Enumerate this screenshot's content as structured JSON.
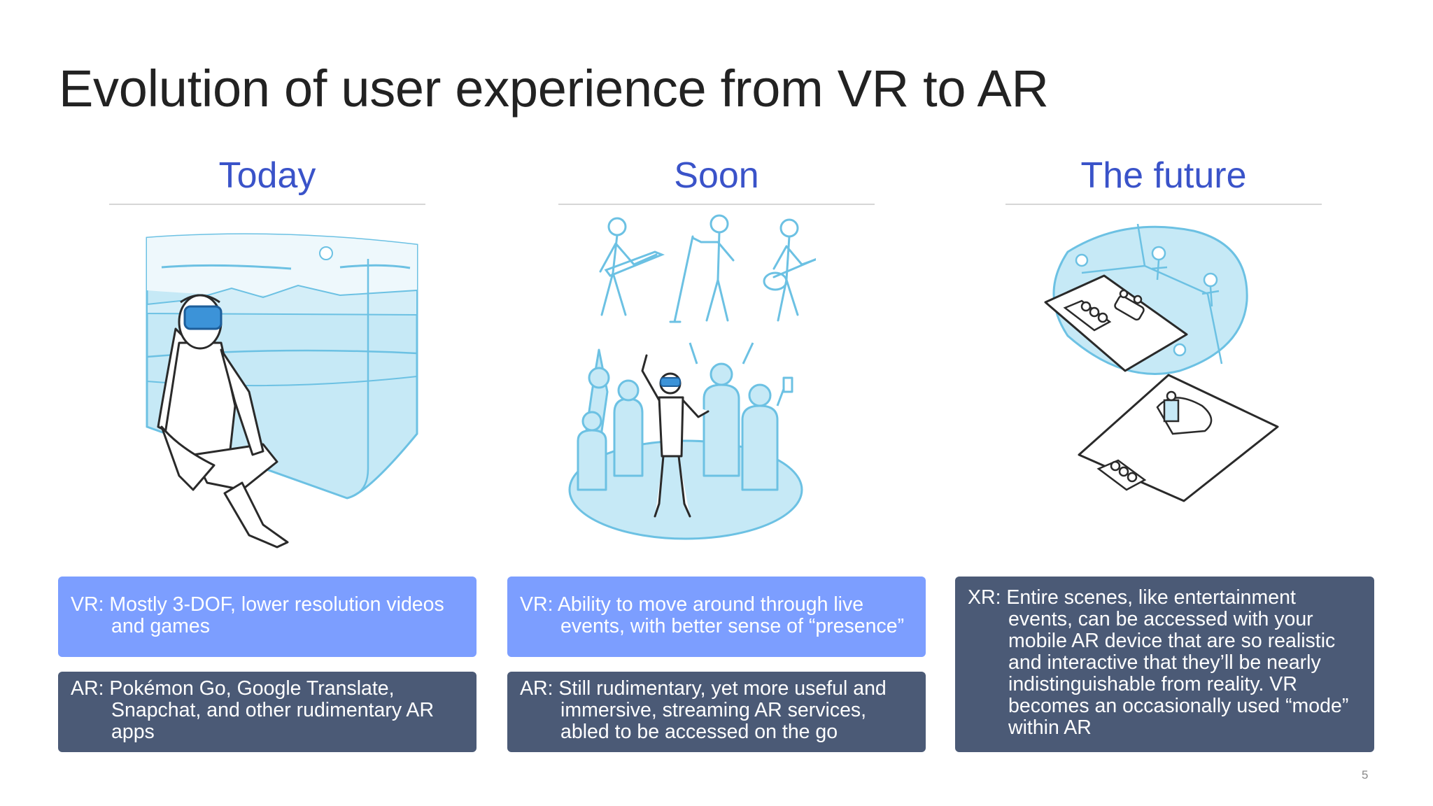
{
  "slide": {
    "title": "Evolution of user experience from VR to AR",
    "page_number": "5"
  },
  "columns": [
    {
      "heading": "Today",
      "illustration_icon": "vr-headset-panorama-illustration",
      "vr_text": "VR: Mostly 3-DOF, lower resolution videos and games",
      "ar_text": "AR: Pokémon Go, Google Translate, Snapchat, and other rudimentary AR apps"
    },
    {
      "heading": "Soon",
      "illustration_icon": "live-concert-crowd-illustration",
      "vr_text": "VR: Ability to move around through live events, with better sense of “presence”",
      "ar_text": "AR: Still rudimentary, yet more useful and immersive, streaming AR services, abled to be accessed on the go"
    },
    {
      "heading": "The future",
      "illustration_icon": "mixed-reality-scenes-illustration",
      "xr_text": "XR: Entire scenes, like entertainment events, can be accessed with your mobile AR device that are so realistic and interactive that they’ll be nearly indistinguishable from reality.  VR becomes an occasionally used “mode” within AR"
    }
  ],
  "colors": {
    "heading": "#3a53c9",
    "light_box": "#7c9eff",
    "dark_box": "#4b5a76",
    "sketch_fill": "#b9e3f3",
    "sketch_stroke": "#6cc1e3"
  }
}
